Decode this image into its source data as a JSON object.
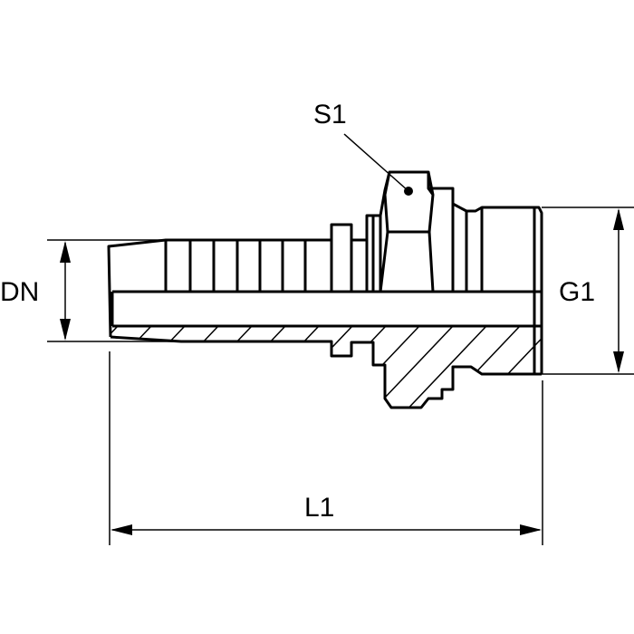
{
  "labels": {
    "s1": "S1",
    "dn": "DN",
    "g1": "G1",
    "l1": "L1"
  },
  "colors": {
    "line": "#000000",
    "background": "#ffffff"
  }
}
